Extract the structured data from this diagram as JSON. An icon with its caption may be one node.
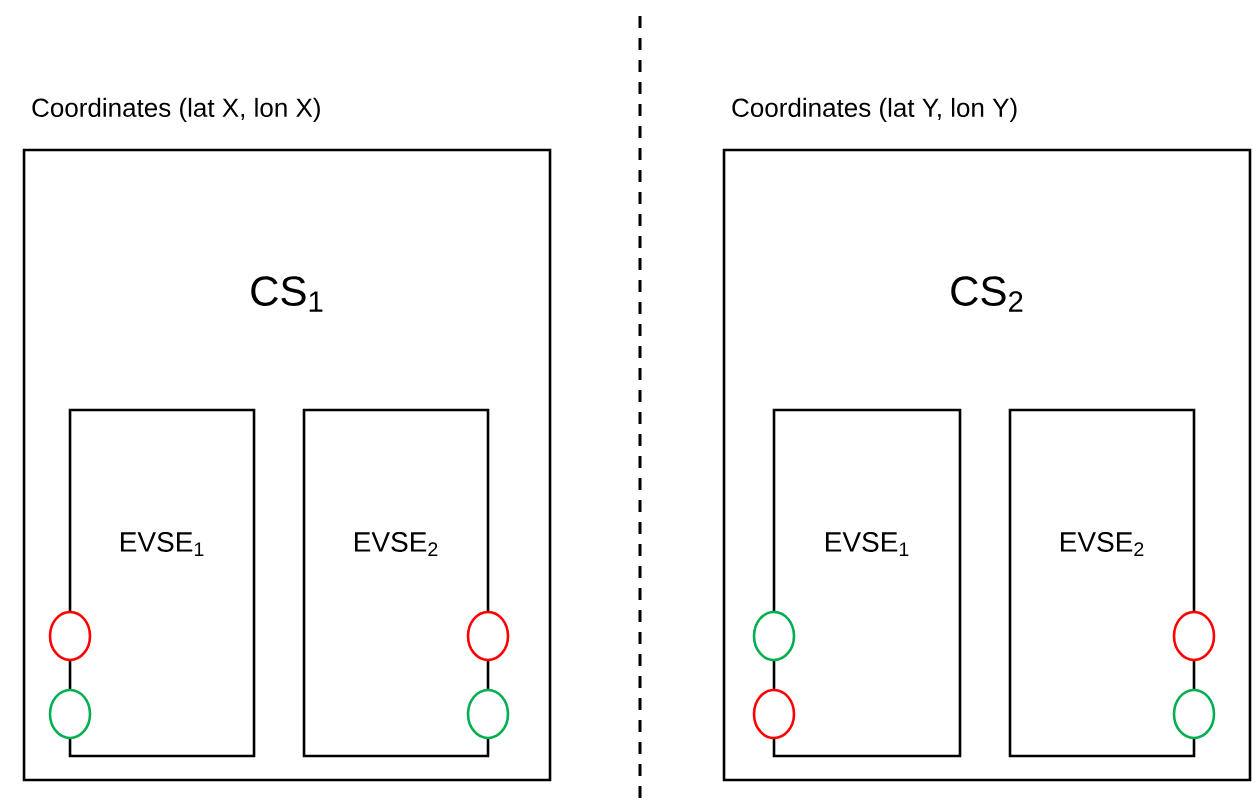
{
  "diagram": {
    "nodes": [
      {
        "text": [
          "Coordinates (lat X, lon X)",
          "CS$_{1}$"
        ]
      },
      {
        "text": [
          "EVSE$_{1}$"
        ],
        "in": 0
      },
      {
        "text": [
          "EVSE$_{2}$"
        ],
        "in": 0
      },
      {
        "text": [
          "Coordinates (lat Y, lon Y)",
          "CS$_{2}$"
        ]
      },
      {
        "text": [
          "EVSE$_{1}$"
        ],
        "in": 3
      },
      {
        "text": [
          "EVSE$_{2}$"
        ],
        "in": 3
      },
      {
        "text": [],
        "shape": "circle",
        "in": 0
      },
      {
        "text": [],
        "shape": "circle",
        "in": 0
      },
      {
        "text": [],
        "shape": "circle",
        "in": 0
      },
      {
        "text": [],
        "shape": "circle",
        "in": 0
      },
      {
        "text": [],
        "shape": "circle",
        "in": 3
      },
      {
        "text": [],
        "shape": "circle",
        "in": 3
      },
      {
        "text": [],
        "shape": "circle",
        "in": 3
      },
      {
        "text": [],
        "shape": "circle",
        "in": 3
      }
    ]
  }
}
